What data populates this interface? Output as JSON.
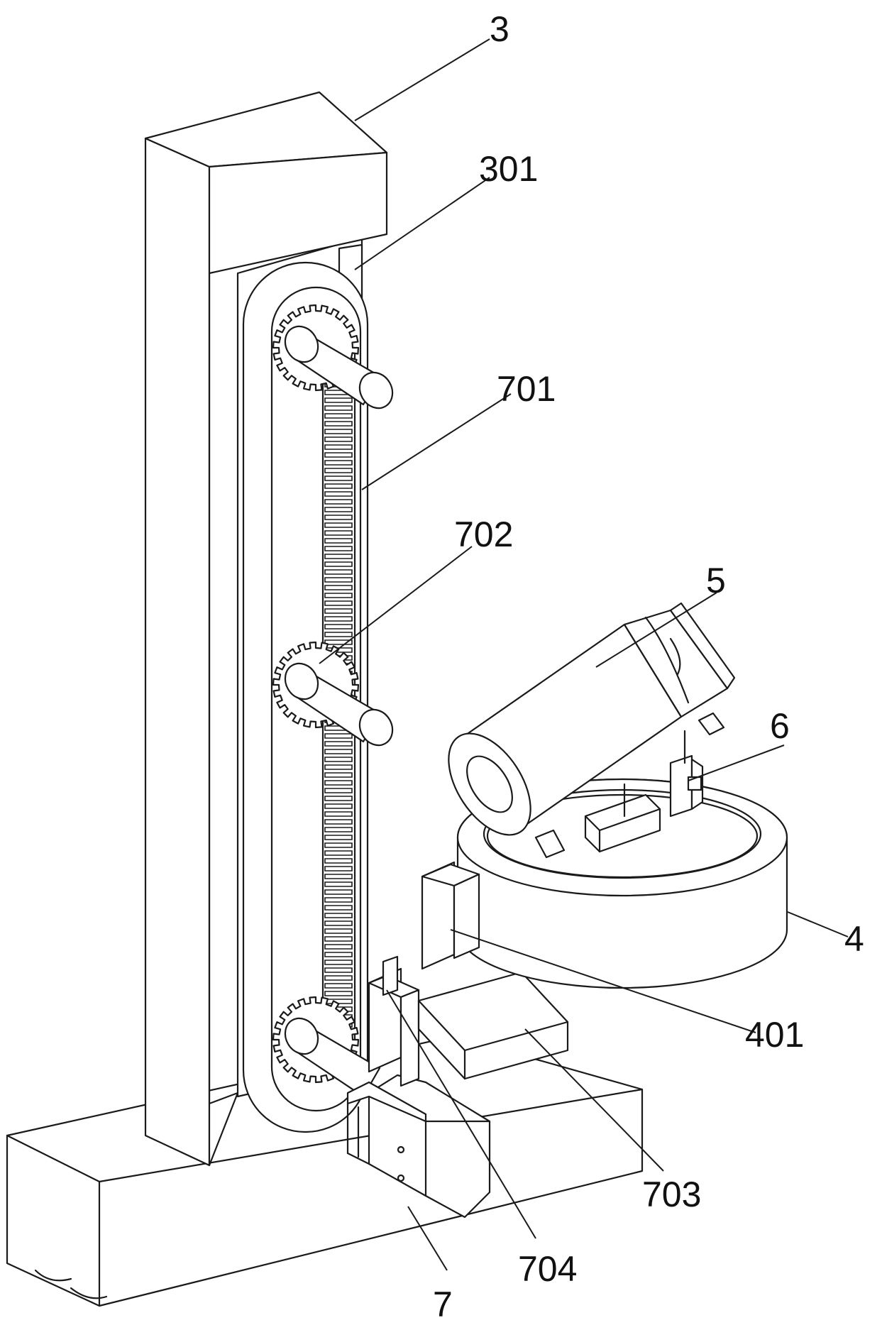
{
  "labels": {
    "l3": "3",
    "l301": "301",
    "l701": "701",
    "l702": "702",
    "l5": "5",
    "l6": "6",
    "l4": "4",
    "l401": "401",
    "l703": "703",
    "l7": "7",
    "l704": "704"
  },
  "colors": {
    "line": "#1a1a1a",
    "background": "#ffffff"
  }
}
